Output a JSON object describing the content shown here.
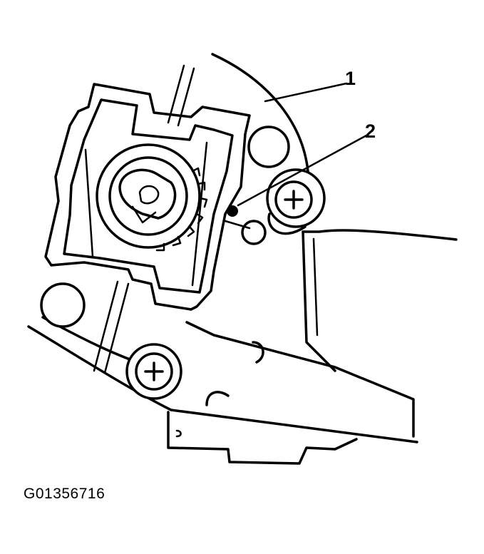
{
  "callouts": [
    {
      "number": "1"
    },
    {
      "number": "2"
    }
  ],
  "figure_id": "G01356716"
}
